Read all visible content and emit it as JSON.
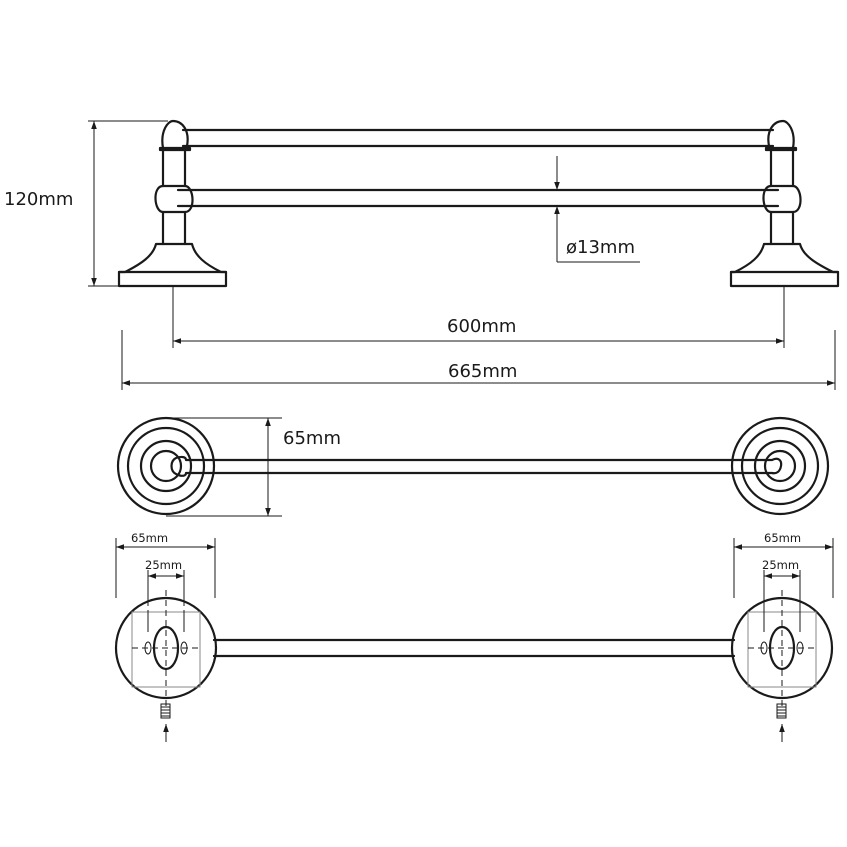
{
  "labels": {
    "height": "120mm",
    "rod_diameter": "ø13mm",
    "inner_width": "600mm",
    "overall_width": "665mm",
    "rosette_diameter": "65mm",
    "left_plate_width": "65mm",
    "left_hole_spacing": "25mm",
    "right_plate_width": "65mm",
    "right_hole_spacing": "25mm"
  }
}
